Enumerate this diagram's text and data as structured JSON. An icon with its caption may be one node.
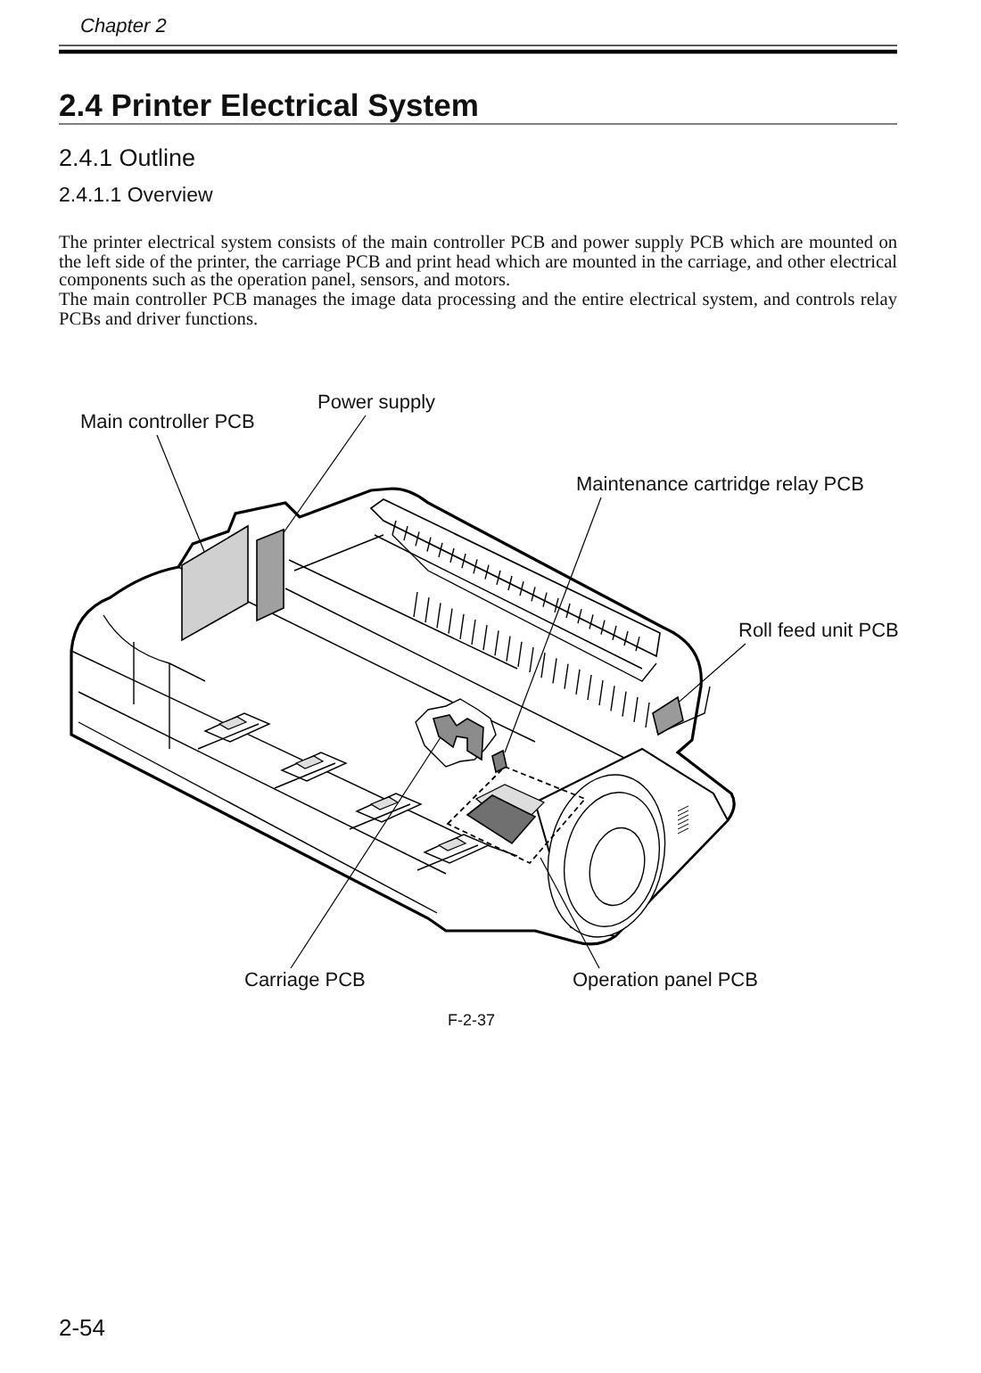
{
  "diagram": {
    "title": "2.4 Printer Electrical System",
    "caption": "F-2-37",
    "nodes": [
      {
        "text": [
          "Main controller PCB"
        ]
      },
      {
        "text": [
          "Power supply"
        ]
      },
      {
        "text": [
          "Maintenance cartridge relay PCB"
        ]
      },
      {
        "text": [
          "Roll feed unit PCB"
        ]
      },
      {
        "text": [
          "Carriage PCB"
        ]
      },
      {
        "text": [
          "Operation panel PCB"
        ]
      },
      {
        "text": [],
        "shape": "box"
      },
      {
        "text": [],
        "shape": "box"
      },
      {
        "text": [],
        "shape": "box"
      },
      {
        "text": [],
        "shape": "box"
      },
      {
        "text": [],
        "shape": "box"
      },
      {
        "text": [],
        "shape": "box"
      }
    ],
    "edges": [
      {
        "from": 0,
        "to": 6,
        "arrow": "none"
      },
      {
        "from": 1,
        "to": 7,
        "arrow": "none"
      },
      {
        "from": 2,
        "to": 8,
        "arrow": "none"
      },
      {
        "from": 3,
        "to": 9,
        "arrow": "none"
      },
      {
        "from": 4,
        "to": 10,
        "arrow": "none"
      },
      {
        "from": 5,
        "to": 11,
        "arrow": "none"
      }
    ],
    "labels": [
      "Chapter 2",
      "2.4.1 Outline",
      "2.4.1.1 Overview",
      "The printer electrical system consists of the main controller PCB and power supply PCB which are mounted on the left side of the printer, the carriage PCB and print head which are mounted in the carriage, and other electrical components such as the operation panel, sensors, and motors.",
      "The main controller PCB manages the image data processing and the entire electrical system, and controls relay PCBs and driver functions.",
      "2-54"
    ]
  }
}
